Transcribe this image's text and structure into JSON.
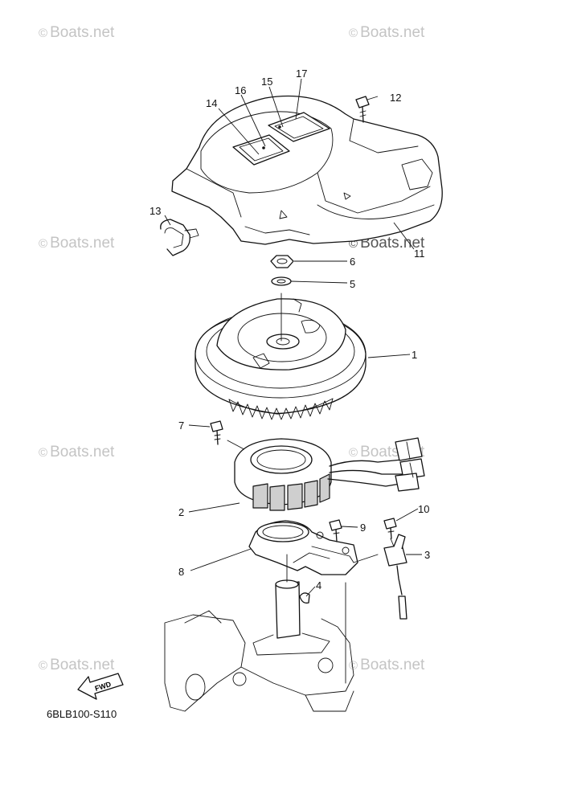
{
  "watermark": {
    "symbol": "©",
    "text": "Boats.net"
  },
  "diagram_code": "6BLB100-S110",
  "fwd_label": "FWD",
  "callouts": [
    "1",
    "2",
    "3",
    "4",
    "5",
    "6",
    "7",
    "8",
    "9",
    "10",
    "11",
    "12",
    "13",
    "14",
    "15",
    "16",
    "17"
  ]
}
